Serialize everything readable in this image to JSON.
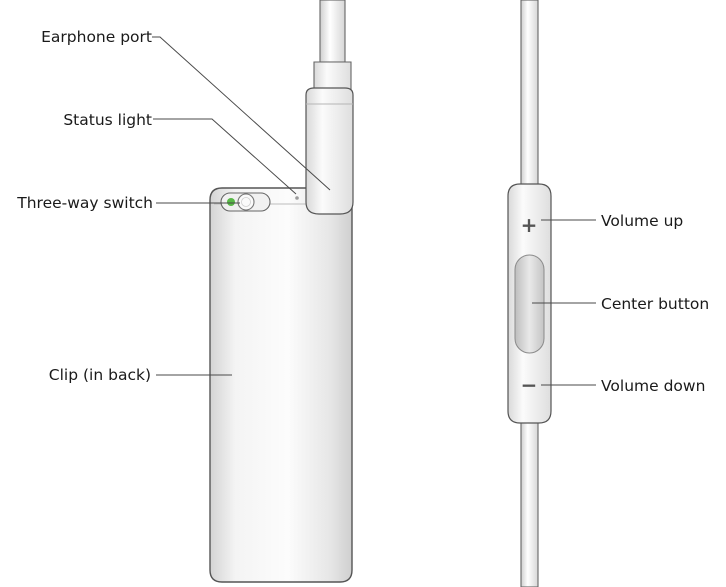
{
  "labels": {
    "earphone_port": "Earphone port",
    "status_light": "Status light",
    "three_way_switch": "Three-way switch",
    "clip": "Clip (in back)",
    "volume_up": "Volume up",
    "center_button": "Center button",
    "volume_down": "Volume down"
  },
  "remote_symbols": {
    "plus": "+",
    "minus": "−"
  },
  "colors": {
    "switch_indicator": "#58b947",
    "body_gradient_light": "#fafafa",
    "body_gradient_dark": "#dcdcdc",
    "outline": "#555555"
  },
  "icons": {
    "device": "ipod-shuffle-device",
    "remote": "earphone-remote-control"
  }
}
